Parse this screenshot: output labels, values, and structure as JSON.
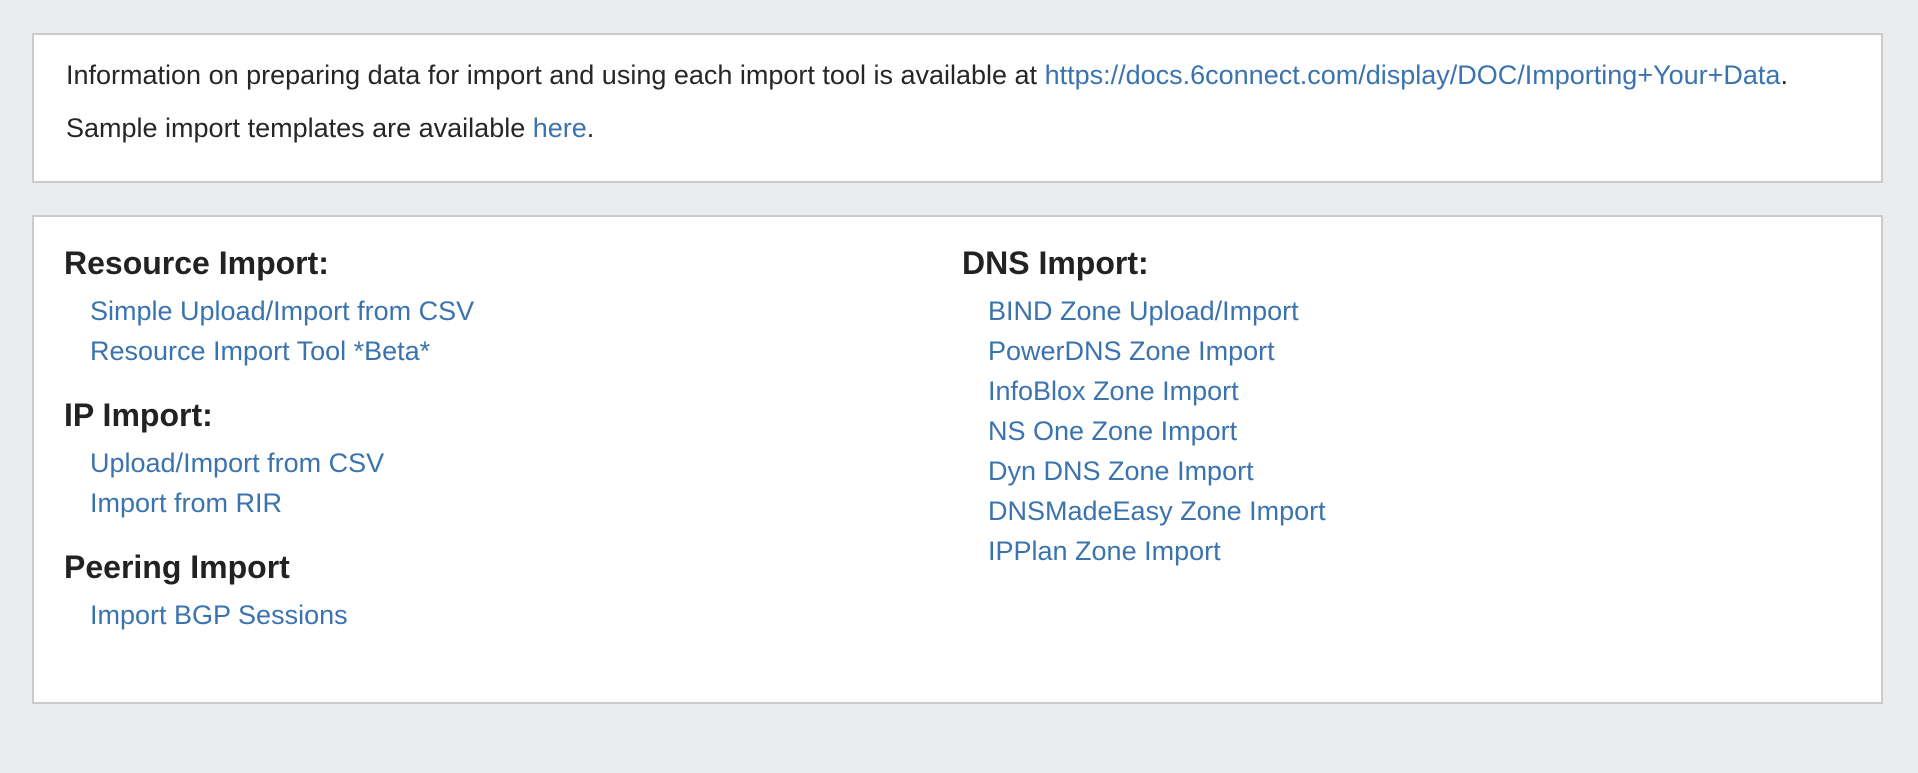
{
  "theme": {
    "background": "#e9edf0",
    "panel_background": "#ffffff",
    "panel_border": "#cbcbcb",
    "link_color": "#3b73af",
    "heading_color": "#222222",
    "text_color": "#262626"
  },
  "info_panel": {
    "doc_line": {
      "text": "Information on preparing data for import and using each import tool is available at ",
      "link_label": "https://docs.6connect.com/display/DOC/Importing+Your+Data",
      "after": "."
    },
    "templates_line": {
      "text": "Sample import templates are available ",
      "link_label": "here",
      "after": "."
    }
  },
  "import_panel": {
    "columns": [
      {
        "sections": [
          {
            "heading": "Resource Import:",
            "links": [
              "Simple Upload/Import from CSV",
              "Resource Import Tool *Beta*"
            ]
          },
          {
            "heading": "IP Import:",
            "links": [
              "Upload/Import from CSV",
              "Import from RIR"
            ]
          },
          {
            "heading": "Peering Import",
            "links": [
              "Import BGP Sessions"
            ]
          }
        ]
      },
      {
        "sections": [
          {
            "heading": "DNS Import:",
            "links": [
              "BIND Zone Upload/Import",
              "PowerDNS Zone Import",
              "InfoBlox Zone Import",
              "NS One Zone Import",
              "Dyn DNS Zone Import",
              "DNSMadeEasy Zone Import",
              "IPPlan Zone Import"
            ]
          }
        ]
      }
    ]
  }
}
